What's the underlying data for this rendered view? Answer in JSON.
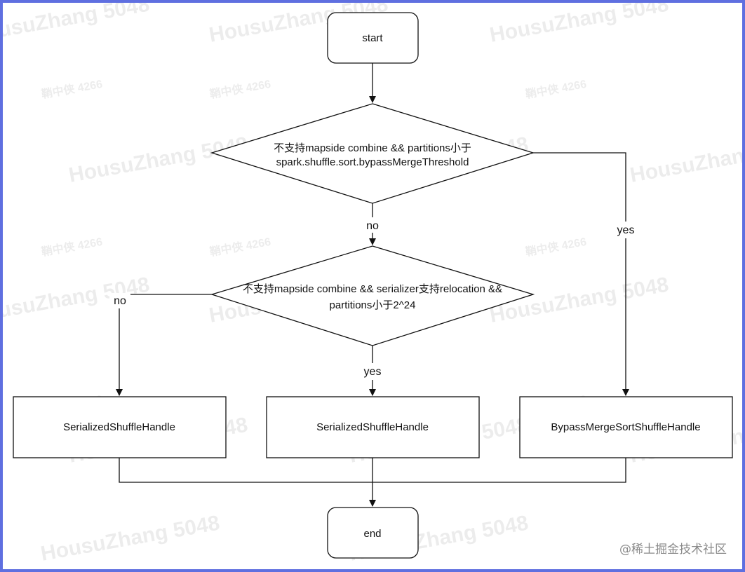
{
  "nodes": {
    "start": "start",
    "decision1": [
      "不支持mapside combine &&  partitions小于",
      "spark.shuffle.sort.bypassMergeThreshold"
    ],
    "decision2": [
      "不支持mapside combine &&  serializer支持relocation &&",
      "partitions小于2^24"
    ],
    "handle_left": "SerializedShuffleHandle",
    "handle_mid": "SerializedShuffleHandle",
    "handle_right": "BypassMergeSortShuffleHandle",
    "end": "end"
  },
  "edges": {
    "d1_no": "no",
    "d1_yes": "yes",
    "d2_no": "no",
    "d2_yes": "yes"
  },
  "watermark": {
    "name": "HousuZhang 5048",
    "code": "鞘中侠 4266"
  },
  "brand": "@稀土掘金技术社区",
  "colors": {
    "frame": "#5f6fe0",
    "stroke": "#111111",
    "fill": "#ffffff"
  }
}
